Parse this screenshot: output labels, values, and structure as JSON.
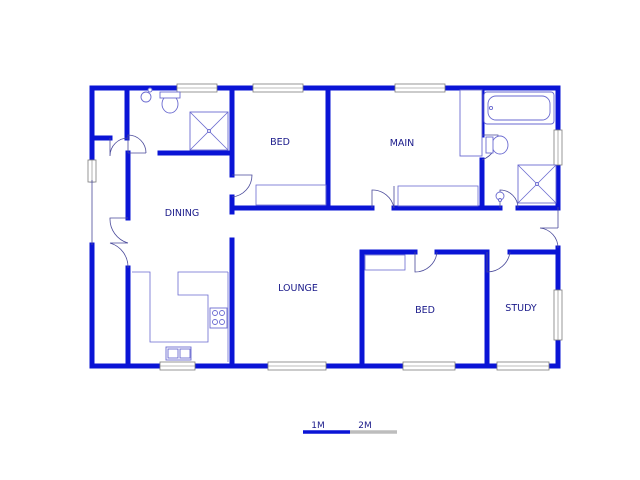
{
  "rooms": {
    "bed1": "BED",
    "main": "MAIN",
    "dining": "DINING",
    "lounge": "LOUNGE",
    "bed2": "BED",
    "study": "STUDY"
  },
  "scale": {
    "label1": "1M",
    "label2": "2M",
    "color_dark": "#0a14d6",
    "color_light": "#bdbdbd"
  },
  "colors": {
    "wall": "#0a14d6",
    "fixture": "#6a6ad0"
  }
}
